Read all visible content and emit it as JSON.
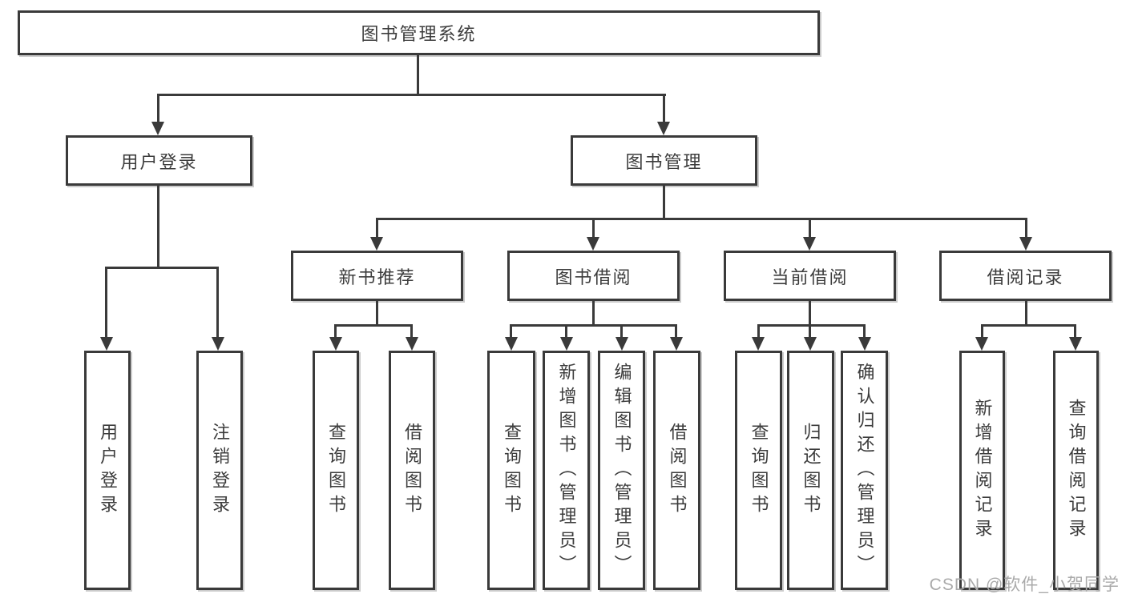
{
  "tree": {
    "label": "图书管理系统",
    "children": [
      {
        "label": "用户登录",
        "children": [
          {
            "label": "用户登录"
          },
          {
            "label": "注销登录"
          }
        ]
      },
      {
        "label": "图书管理",
        "children": [
          {
            "label": "新书推荐",
            "children": [
              {
                "label": "查询图书"
              },
              {
                "label": "借阅图书"
              }
            ]
          },
          {
            "label": "图书借阅",
            "children": [
              {
                "label": "查询图书"
              },
              {
                "label": "新增图书（管理员）"
              },
              {
                "label": "编辑图书（管理员）"
              },
              {
                "label": "借阅图书"
              }
            ]
          },
          {
            "label": "当前借阅",
            "children": [
              {
                "label": "查询图书"
              },
              {
                "label": "归还图书"
              },
              {
                "label": "确认归还（管理员）"
              }
            ]
          },
          {
            "label": "借阅记录",
            "children": [
              {
                "label": "新增借阅记录"
              },
              {
                "label": "查询借阅记录"
              }
            ]
          }
        ]
      }
    ]
  },
  "watermark": "CSDN @软件_小贺同学",
  "colors": {
    "line": "#3a3a3a",
    "text": "#3c3c3c",
    "watermark": "#aaaaaa",
    "background": "#ffffff"
  }
}
